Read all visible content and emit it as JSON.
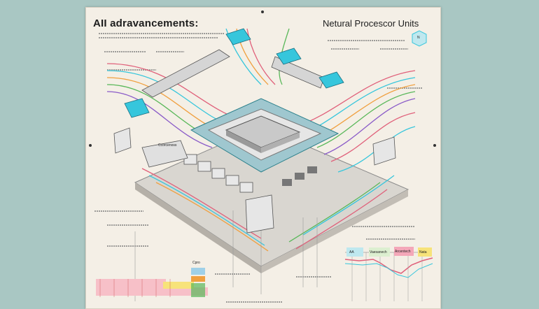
{
  "poster": {
    "title_left": "AII adravancements:",
    "title_right": "Netural Procescor Units",
    "hex_label": "N",
    "chip_label_left": "Ccorcenoss",
    "left_chart_label": "Cpro",
    "right_chart_labels": [
      "AA",
      "Vaesanech",
      "Arcentech",
      "Nata"
    ]
  },
  "colors": {
    "background": "#a9c7c3",
    "poster": "#f4efe6",
    "cyan": "#36c6dc",
    "pink": "#e0607a",
    "orange": "#f0a040",
    "green": "#5ab85a",
    "purple": "#8a5bc8",
    "chip": "#c9c9c9"
  }
}
